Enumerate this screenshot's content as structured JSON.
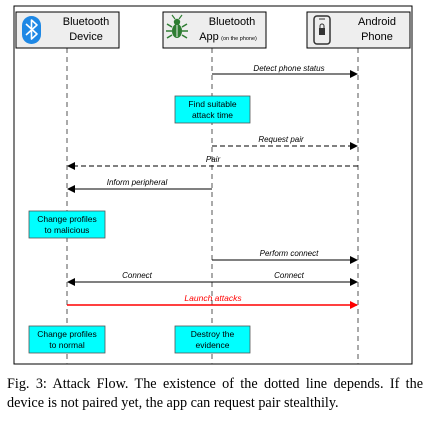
{
  "participants": [
    {
      "id": "device",
      "line1": "Bluetooth",
      "line2": "Device",
      "sub": "",
      "icon": "bluetooth-icon"
    },
    {
      "id": "app",
      "line1": "Bluetooth",
      "line2": "App",
      "sub": "(on the phone)",
      "icon": "bug-icon"
    },
    {
      "id": "phone",
      "line1": "Android",
      "line2": "Phone",
      "sub": "",
      "icon": "phone-icon"
    }
  ],
  "steps": {
    "detect": "Detect phone status",
    "find_time": [
      "Find suitable",
      "attack time"
    ],
    "request_pair": "Request pair",
    "pair": "Pair",
    "inform": "Inform peripheral",
    "change_malicious": [
      "Change profiles",
      "to malicious"
    ],
    "perform_connect": "Perform connect",
    "connect_left": "Connect",
    "connect_right": "Connect",
    "launch": "Launch attacks",
    "change_normal": [
      "Change profiles",
      "to normal"
    ],
    "destroy": [
      "Destroy the",
      "evidence"
    ]
  },
  "caption": {
    "label": "Fig. 3:",
    "text": "Attack Flow. The existence of the dotted line depends. If the device is not paired yet, the app can request pair stealthily."
  },
  "colors": {
    "action_box": "#00ffff",
    "header_box": "#eeeeee",
    "attack_arrow": "#ff0000",
    "bluetooth_blue": "#1e88e5",
    "bug_green": "#2e7d32"
  }
}
